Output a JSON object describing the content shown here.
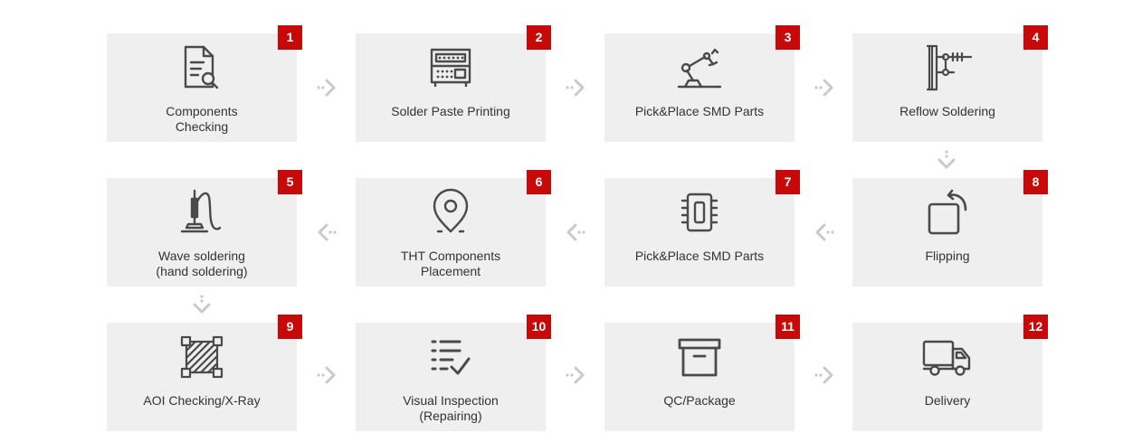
{
  "colors": {
    "card_bg": "#efefef",
    "badge_bg": "#c8090a",
    "icon": "#4a4a4a",
    "arrow": "#c9c9c9",
    "text": "#333333"
  },
  "steps": [
    {
      "number": "1",
      "label": "Components\nChecking",
      "icon": "document-search-icon"
    },
    {
      "number": "2",
      "label": "Solder Paste Printing",
      "icon": "printer-machine-icon"
    },
    {
      "number": "3",
      "label": "Pick&Place SMD Parts",
      "icon": "robotic-arm-icon"
    },
    {
      "number": "4",
      "label": "Reflow Soldering",
      "icon": "reflow-machine-icon"
    },
    {
      "number": "5",
      "label": "Wave soldering\n(hand soldering)",
      "icon": "soldering-iron-icon"
    },
    {
      "number": "6",
      "label": "THT Components\nPlacement",
      "icon": "map-pin-icon"
    },
    {
      "number": "7",
      "label": "Pick&Place SMD Parts",
      "icon": "chip-icon"
    },
    {
      "number": "8",
      "label": "Flipping",
      "icon": "rotate-square-icon"
    },
    {
      "number": "9",
      "label": "AOI Checking/X-Ray",
      "icon": "hatched-square-icon"
    },
    {
      "number": "10",
      "label": "Visual Inspection\n(Repairing)",
      "icon": "checklist-icon"
    },
    {
      "number": "11",
      "label": "QC/Package",
      "icon": "archive-box-icon"
    },
    {
      "number": "12",
      "label": "Delivery",
      "icon": "delivery-truck-icon"
    }
  ],
  "arrows": [
    {
      "from": "1",
      "to": "2",
      "direction": "right"
    },
    {
      "from": "2",
      "to": "3",
      "direction": "right"
    },
    {
      "from": "3",
      "to": "4",
      "direction": "right"
    },
    {
      "from": "4",
      "to": "8",
      "direction": "down"
    },
    {
      "from": "8",
      "to": "7",
      "direction": "left"
    },
    {
      "from": "7",
      "to": "6",
      "direction": "left"
    },
    {
      "from": "6",
      "to": "5",
      "direction": "left"
    },
    {
      "from": "5",
      "to": "9",
      "direction": "down"
    },
    {
      "from": "9",
      "to": "10",
      "direction": "right"
    },
    {
      "from": "10",
      "to": "11",
      "direction": "right"
    },
    {
      "from": "11",
      "to": "12",
      "direction": "right"
    }
  ]
}
